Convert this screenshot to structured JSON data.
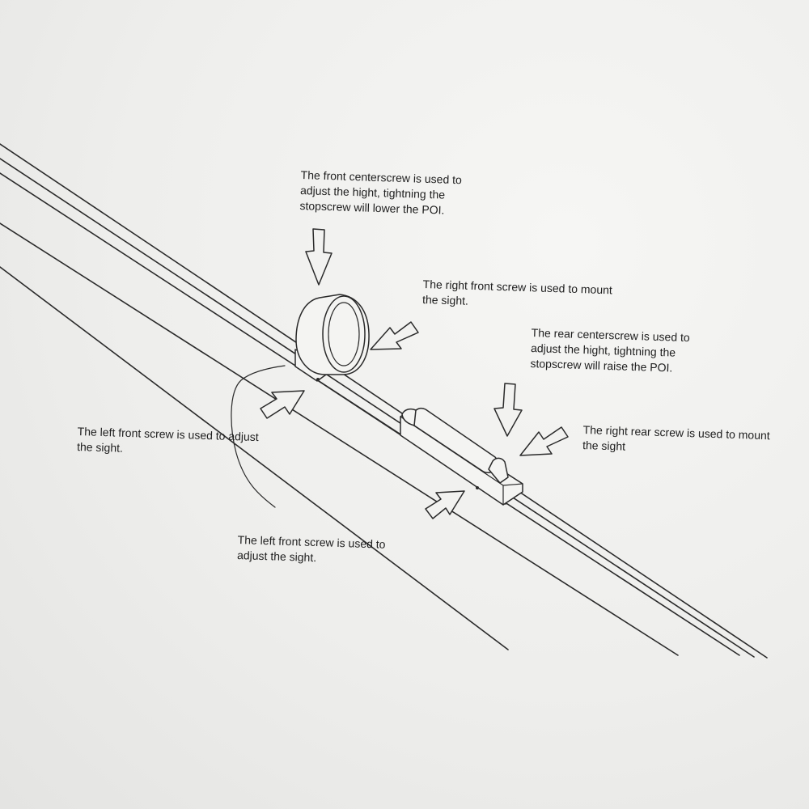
{
  "annotations": {
    "front_centerscrew": "The front centerscrew is used to\nadjust the hight, tightning the\nstopscrew will lower the POI.",
    "right_front_screw": "The right front screw is used to mount\nthe sight.",
    "rear_centerscrew": "The rear centerscrew is used to\nadjust the hight, tightning the\nstopscrew will raise the POI.",
    "left_front_screw_upper": "The left front screw is used to adjust\nthe sight.",
    "right_rear_screw": "The right rear screw is used to mount\nthe sight",
    "left_front_screw_lower": "The left front screw is used to\nadjust the sight."
  },
  "colors": {
    "paper": "#eeeeec",
    "ink": "#2a2a2a",
    "text": "#1e1e1e"
  }
}
